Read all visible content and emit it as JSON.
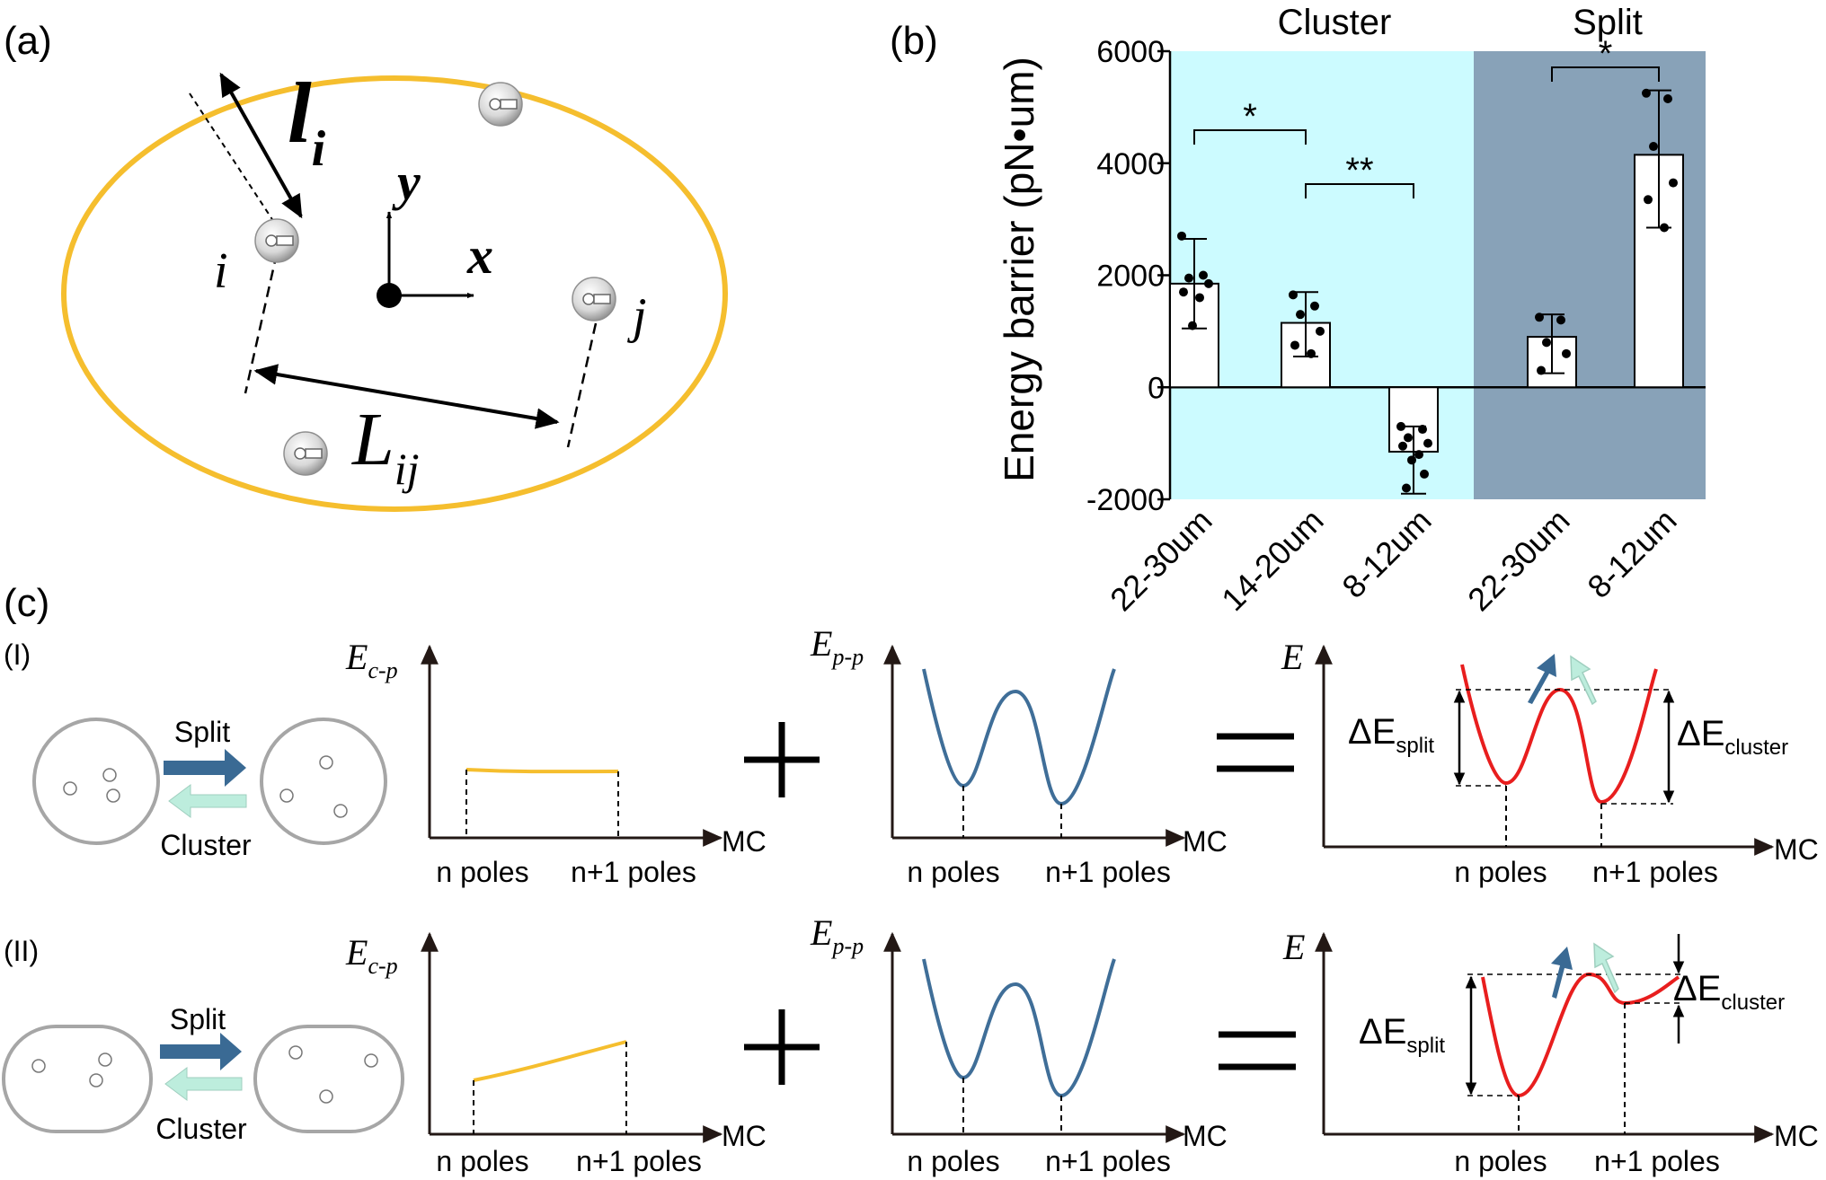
{
  "panel_labels": {
    "a": "(a)",
    "b": "(b)",
    "c": "(c)",
    "I": "(I)",
    "II": "(II)"
  },
  "panel_a": {
    "l_symbol": "l",
    "l_sub": "i",
    "L_symbol": "L",
    "L_sub": "ij",
    "y_axis": "y",
    "x_axis": "x",
    "i_label": "i",
    "j_label": "j",
    "colors": {
      "cell_outline": "#F5BE2E"
    }
  },
  "chart_data": {
    "type": "bar",
    "ylabel": "Energy barrier (pN•um)",
    "ylim": [
      -2000,
      6000
    ],
    "yticks": [
      -2000,
      0,
      2000,
      4000,
      6000
    ],
    "groups": [
      {
        "name": "Cluster",
        "color": "#CCFBFF"
      },
      {
        "name": "Split",
        "color": "#88A2B8"
      }
    ],
    "categories": [
      "22-30um",
      "14-20um",
      "8-12um",
      "22-30um",
      "8-12um"
    ],
    "category_group": [
      "Cluster",
      "Cluster",
      "Cluster",
      "Split",
      "Split"
    ],
    "values": [
      1850,
      1150,
      -1150,
      900,
      4150
    ],
    "error_bars": [
      [
        1050,
        2650
      ],
      [
        550,
        1700
      ],
      [
        -1900,
        -700
      ],
      [
        250,
        1300
      ],
      [
        2850,
        5300
      ]
    ],
    "points": [
      [
        2700,
        2000,
        1950,
        1850,
        1700,
        1600,
        1100
      ],
      [
        1650,
        1450,
        1300,
        1000,
        750,
        600
      ],
      [
        -700,
        -750,
        -900,
        -1000,
        -1050,
        -1200,
        -1300,
        -1550,
        -1800
      ],
      [
        1250,
        1200,
        800,
        600,
        300
      ],
      [
        5250,
        5150,
        4300,
        3650,
        3350,
        2850
      ]
    ],
    "significance": [
      {
        "from": 0,
        "to": 1,
        "label": "*"
      },
      {
        "from": 1,
        "to": 2,
        "label": "**"
      },
      {
        "from": 3,
        "to": 4,
        "label": "*"
      }
    ]
  },
  "panel_c": {
    "split_label": "Split",
    "cluster_label": "Cluster",
    "ecp": {
      "sym": "E",
      "sub": "c-p"
    },
    "epp": {
      "sym": "E",
      "sub": "p-p"
    },
    "e_sym": "E",
    "mc": "MC",
    "n_poles": "n poles",
    "n1_poles": "n+1 poles",
    "delta_split": {
      "sym": "ΔE",
      "sub": "split"
    },
    "delta_cluster": {
      "sym": "ΔE",
      "sub": "cluster"
    },
    "colors": {
      "split_arrow": "#3A6A94",
      "cluster_arrow": "#BDEDDD",
      "ecp_line": "#F5BE2E",
      "epp_line": "#3F6E98",
      "total_line": "#E81E1E",
      "cell_outline": "#A6A6A6"
    }
  }
}
